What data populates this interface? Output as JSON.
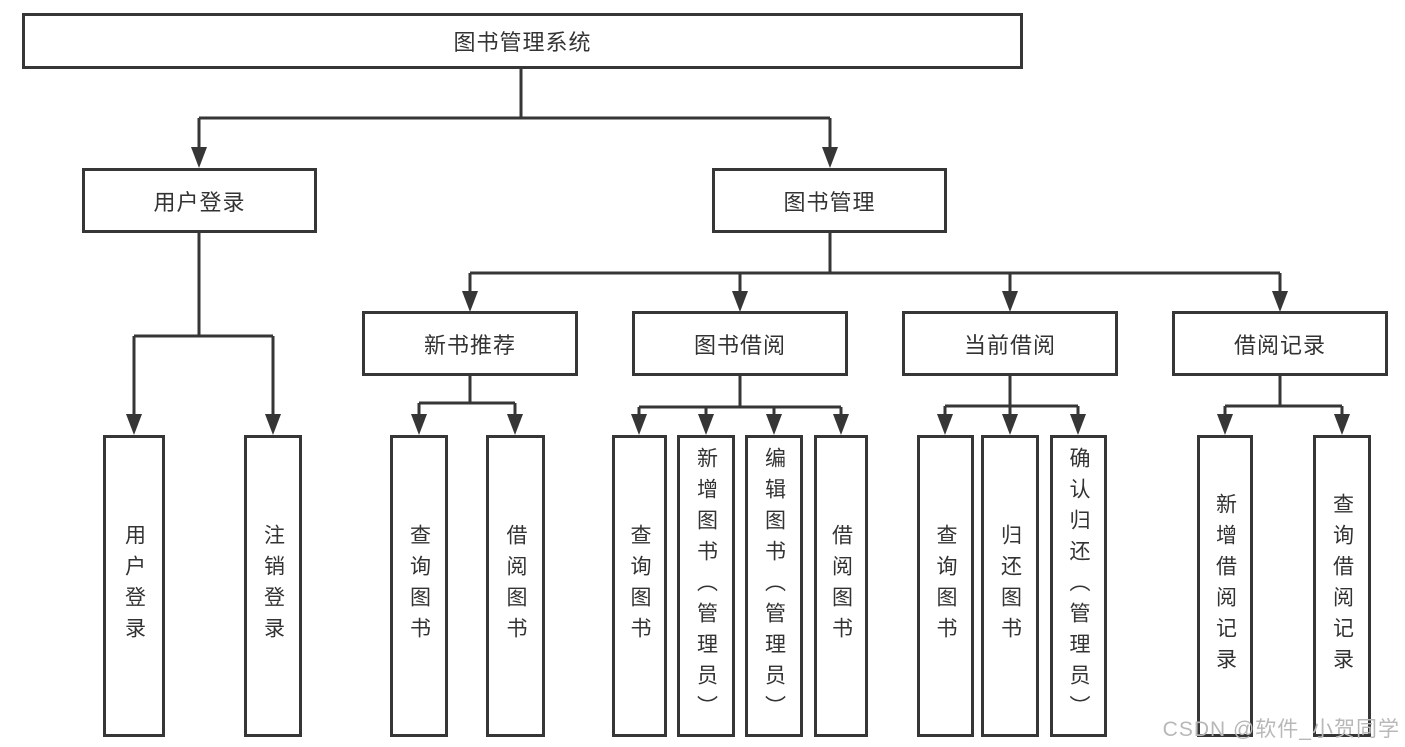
{
  "diagram": {
    "root": "图书管理系统",
    "branches": {
      "user_login": "用户登录",
      "book_management": "图书管理"
    },
    "modules": {
      "new_book_recommend": "新书推荐",
      "book_borrowing": "图书借阅",
      "current_borrowing": "当前借阅",
      "borrowing_records": "借阅记录"
    },
    "features": {
      "user_login": [
        "用户登录",
        "注销登录"
      ],
      "new_book_recommend": [
        "查询图书",
        "借阅图书"
      ],
      "book_borrowing": [
        "查询图书",
        "新增图书（管理员）",
        "编辑图书（管理员）",
        "借阅图书"
      ],
      "current_borrowing": [
        "查询图书",
        "归还图书",
        "确认归还（管理员）"
      ],
      "borrowing_records": [
        "新增借阅记录",
        "查询借阅记录"
      ]
    }
  },
  "watermark": "CSDN @软件_小贺同学",
  "colors": {
    "line": "#363636",
    "text": "#333333",
    "box_background": "#ffffff",
    "watermark": "#b8b8b8"
  }
}
